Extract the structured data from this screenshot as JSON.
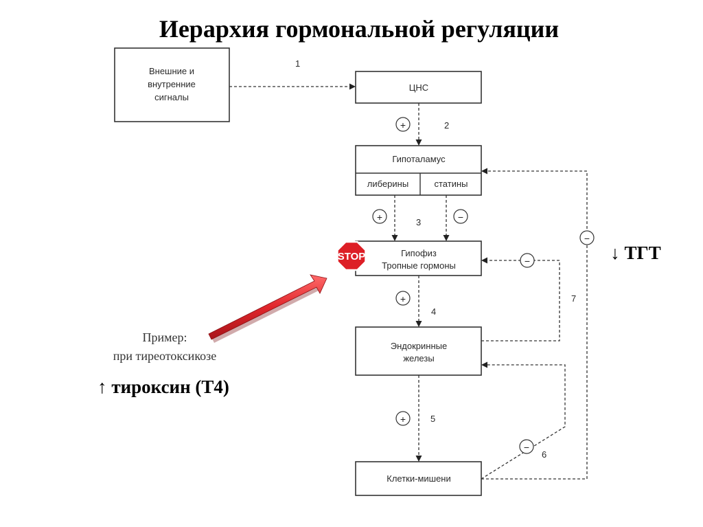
{
  "title": "Иерархия гормональной регуляции",
  "boxes": {
    "signals": [
      "Внешние и",
      "внутренние",
      "сигналы"
    ],
    "cns": "ЦНС",
    "hypothalamus": "Гипоталамус",
    "liberins": "либерины",
    "statins": "статины",
    "pituitary": [
      "Гипофиз",
      "Тропные гормоны"
    ],
    "endocrine": [
      "Эндокринные",
      "железы"
    ],
    "targets": "Клетки-мишени"
  },
  "steps": [
    "1",
    "2",
    "3",
    "4",
    "5",
    "6",
    "7"
  ],
  "signs": {
    "plus": "+",
    "minus": "−"
  },
  "stop_sign": "STOP",
  "annotation": {
    "line1": "Пример:",
    "line2": "при тиреотоксикозе",
    "thyroxine": "↑ тироксин (Т4)",
    "tsh": "↓ ТГТ"
  },
  "colors": {
    "stop_red": "#dd1f26",
    "pointer_red": "#e0262b",
    "line": "#333333"
  }
}
